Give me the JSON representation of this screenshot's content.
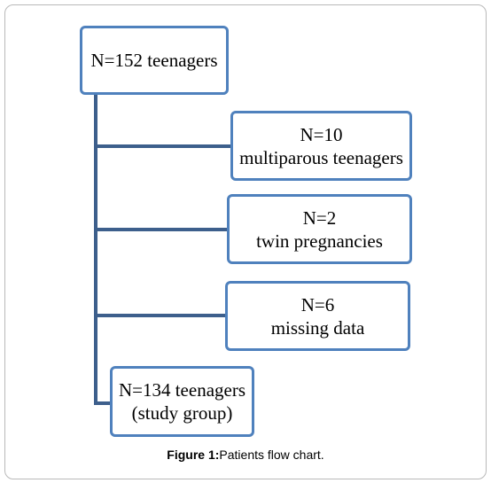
{
  "diagram": {
    "start_box": {
      "lines": [
        "N=152 teenagers"
      ]
    },
    "exclusions": [
      {
        "lines": [
          "N=10",
          "multiparous teenagers"
        ]
      },
      {
        "lines": [
          "N=2",
          "twin pregnancies"
        ]
      },
      {
        "lines": [
          "N=6",
          "missing data"
        ]
      }
    ],
    "result_box": {
      "lines": [
        "N=134 teenagers",
        "(study group)"
      ]
    },
    "colors": {
      "box_border": "#4f81bd",
      "connector": "#3d5f8c",
      "frame_border": "#b9b9b9"
    }
  },
  "caption": {
    "label": "Figure 1:",
    "text": "Patients flow chart."
  }
}
